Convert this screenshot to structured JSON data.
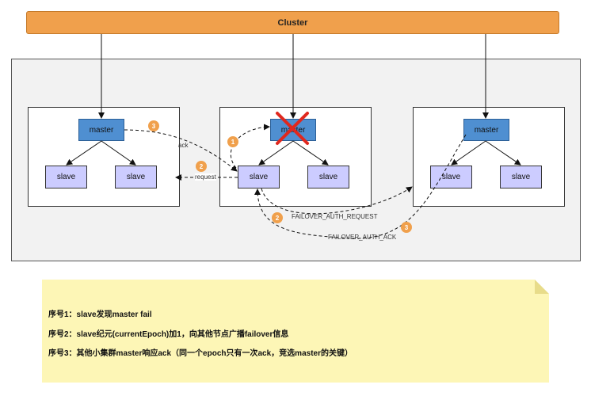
{
  "cluster": {
    "label": "Cluster"
  },
  "groups": [
    {
      "master": "master",
      "slaves": [
        "slave",
        "slave"
      ]
    },
    {
      "master": "master",
      "slaves": [
        "slave",
        "slave"
      ]
    },
    {
      "master": "master",
      "slaves": [
        "slave",
        "slave"
      ]
    }
  ],
  "badges": [
    "1",
    "2",
    "3"
  ],
  "edge_labels": {
    "ack": "ack",
    "request": "request",
    "auth_request": "FAILOVER_AUTH_REQUEST",
    "auth_ack": "FAILOVER_AUTH_ACK"
  },
  "notes": [
    "序号1：slave发现master fail",
    "序号2：slave纪元(currentEpoch)加1，向其他节点广播failover信息",
    "序号3：其他小集群master响应ack（同一个epoch只有一次ack，竞选master的关键）"
  ],
  "colors": {
    "cluster": "#f0a04c",
    "master": "#4f8fd1",
    "slave": "#ccccff",
    "badge": "#f0a04c",
    "fail_mark": "#e0281e",
    "note": "#fdf6b6"
  }
}
